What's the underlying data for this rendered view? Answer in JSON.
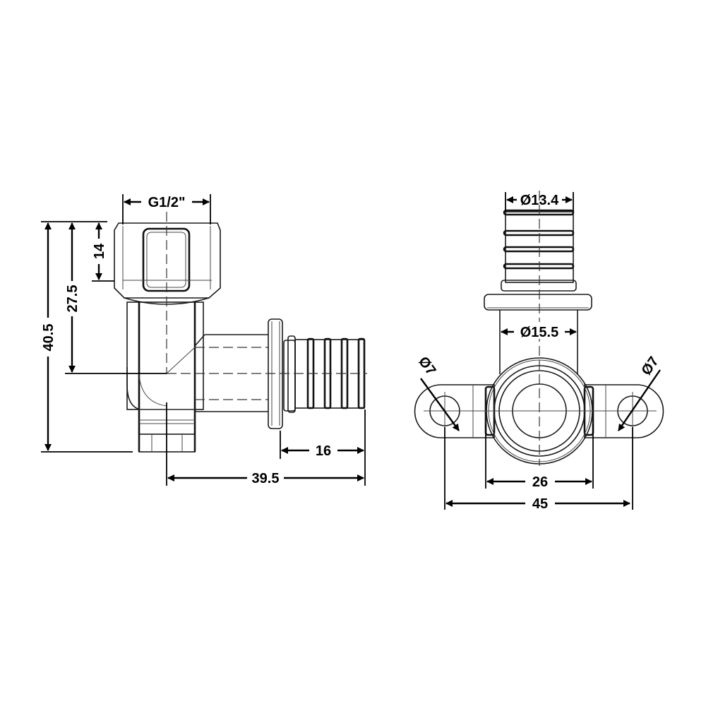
{
  "drawing": {
    "side_view": {
      "dimensions": {
        "thread": "G1/2\"",
        "thread_depth": "14",
        "outlet_height": "27.5",
        "total_height": "40.5",
        "pex_length": "16",
        "total_length": "39.5"
      }
    },
    "front_view": {
      "dimensions": {
        "pex_diameter": "Ø13.4",
        "body_diameter": "Ø15.5",
        "hole_left": "Ø7",
        "hole_right": "Ø7",
        "body_width": "26",
        "mount_width": "45"
      }
    }
  }
}
